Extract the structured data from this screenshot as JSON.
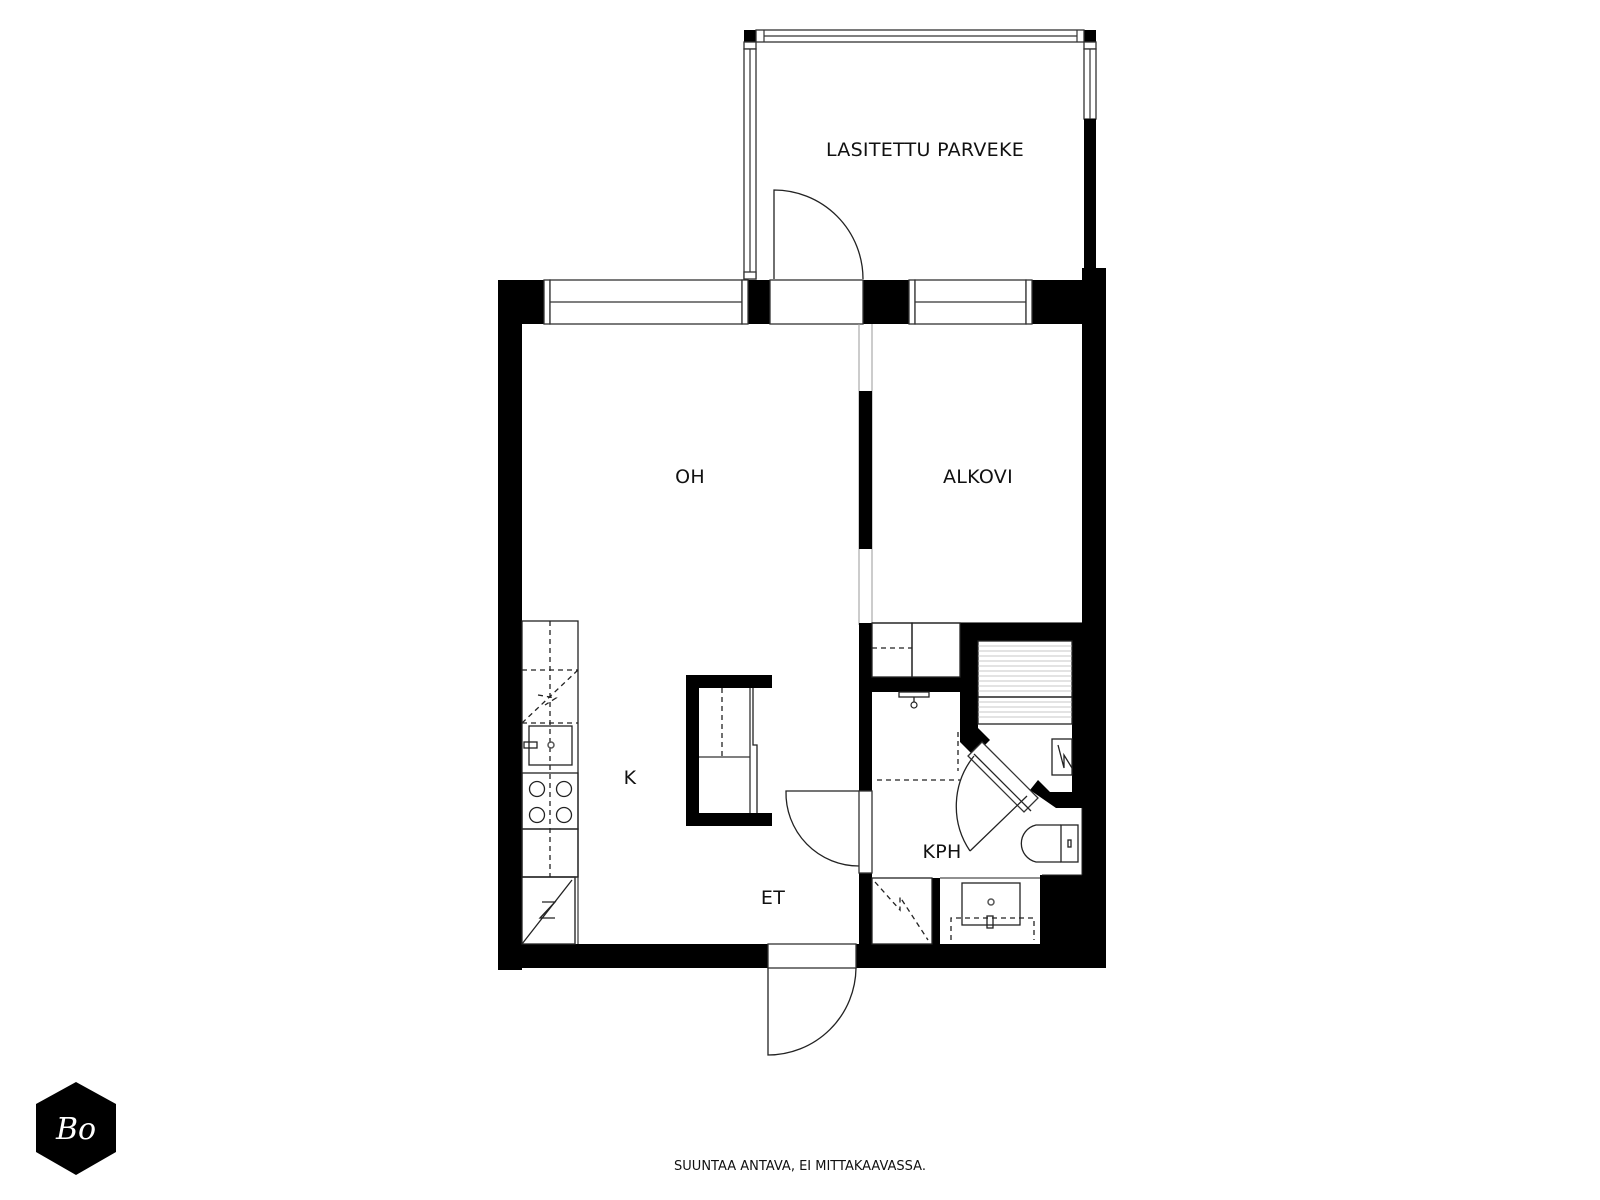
{
  "floor_plan": {
    "rooms": {
      "balcony": "LASITETTU PARVEKE",
      "living_room": "OH",
      "alcove": "ALKOVI",
      "kitchen": "K",
      "entry": "ET",
      "bathroom": "KPH"
    },
    "disclaimer": "SUUNTAA ANTAVA, EI MITTAKAAVASSA.",
    "logo": {
      "text": "Bo",
      "shape": "hexagon",
      "color": "#000000"
    },
    "colors": {
      "wall": "#000000",
      "background": "#ffffff",
      "line": "#222222"
    },
    "icons": [
      "sauna-bench-icon",
      "stove-icon",
      "sink-icon",
      "toilet-icon",
      "washbasin-icon",
      "shower-tap-icon",
      "electrical-panel-icon",
      "refrigerator-icon"
    ]
  }
}
